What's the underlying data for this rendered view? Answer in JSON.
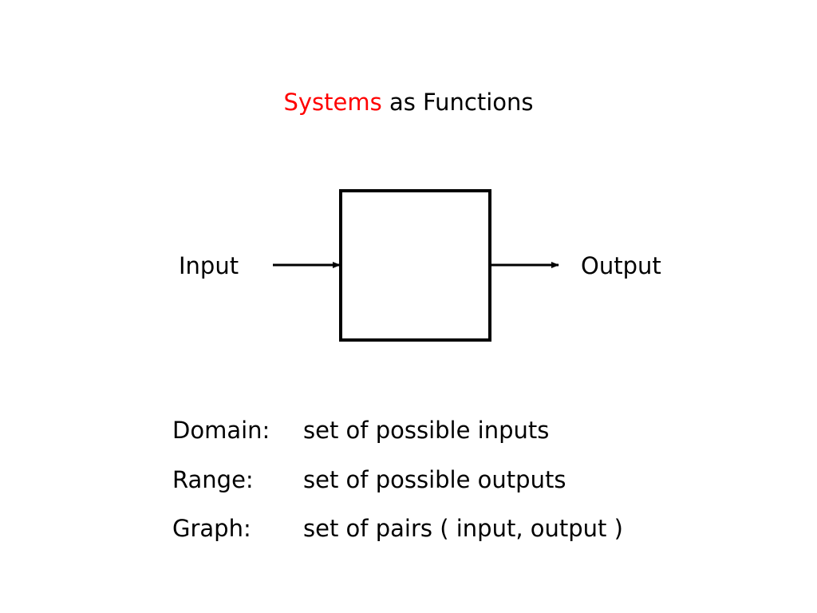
{
  "slide": {
    "title_highlight": "Systems",
    "title_rest": " as Functions",
    "highlight_color": "#ff0000"
  },
  "diagram": {
    "input_label": "Input",
    "output_label": "Output"
  },
  "definitions": [
    {
      "term": "Domain:",
      "description": "set of possible inputs"
    },
    {
      "term": "Range:",
      "description": "set of possible outputs"
    },
    {
      "term": "Graph:",
      "description": "set of pairs ( input, output )"
    }
  ]
}
